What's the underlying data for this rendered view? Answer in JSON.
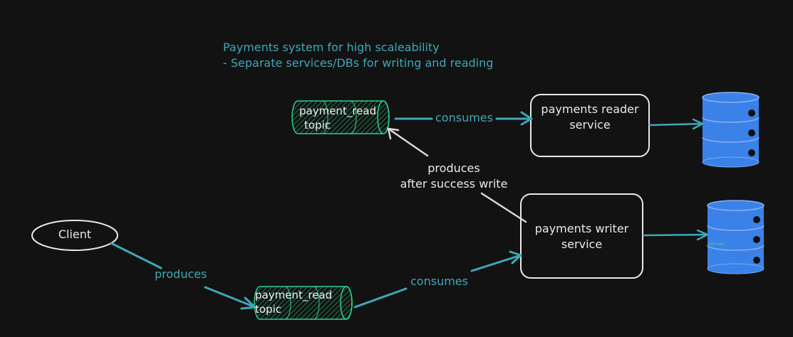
{
  "notes": {
    "line1": "Payments system for high scaleability",
    "line2": " - Separate services/DBs for writing and reading"
  },
  "nodes": {
    "client": "Client",
    "topic_top": {
      "line1": "payment_read",
      "line2": "topic"
    },
    "topic_bottom": {
      "line1": "payment_read",
      "line2": "topic"
    },
    "reader_service": {
      "line1": "payments reader",
      "line2": "service"
    },
    "writer_service": {
      "line1": "payments writer",
      "line2": "service"
    }
  },
  "edges": {
    "client_produces": "produces",
    "bottom_consumes": "consumes",
    "top_consumes": "consumes",
    "writer_produces": {
      "line1": "produces",
      "line2": "after success write"
    }
  },
  "colors": {
    "background": "#121212",
    "accent": "#3fa7b8",
    "topic_green": "#2ecf8c",
    "db_blue": "#3b82e8",
    "stroke_white": "#e9e9e9"
  }
}
